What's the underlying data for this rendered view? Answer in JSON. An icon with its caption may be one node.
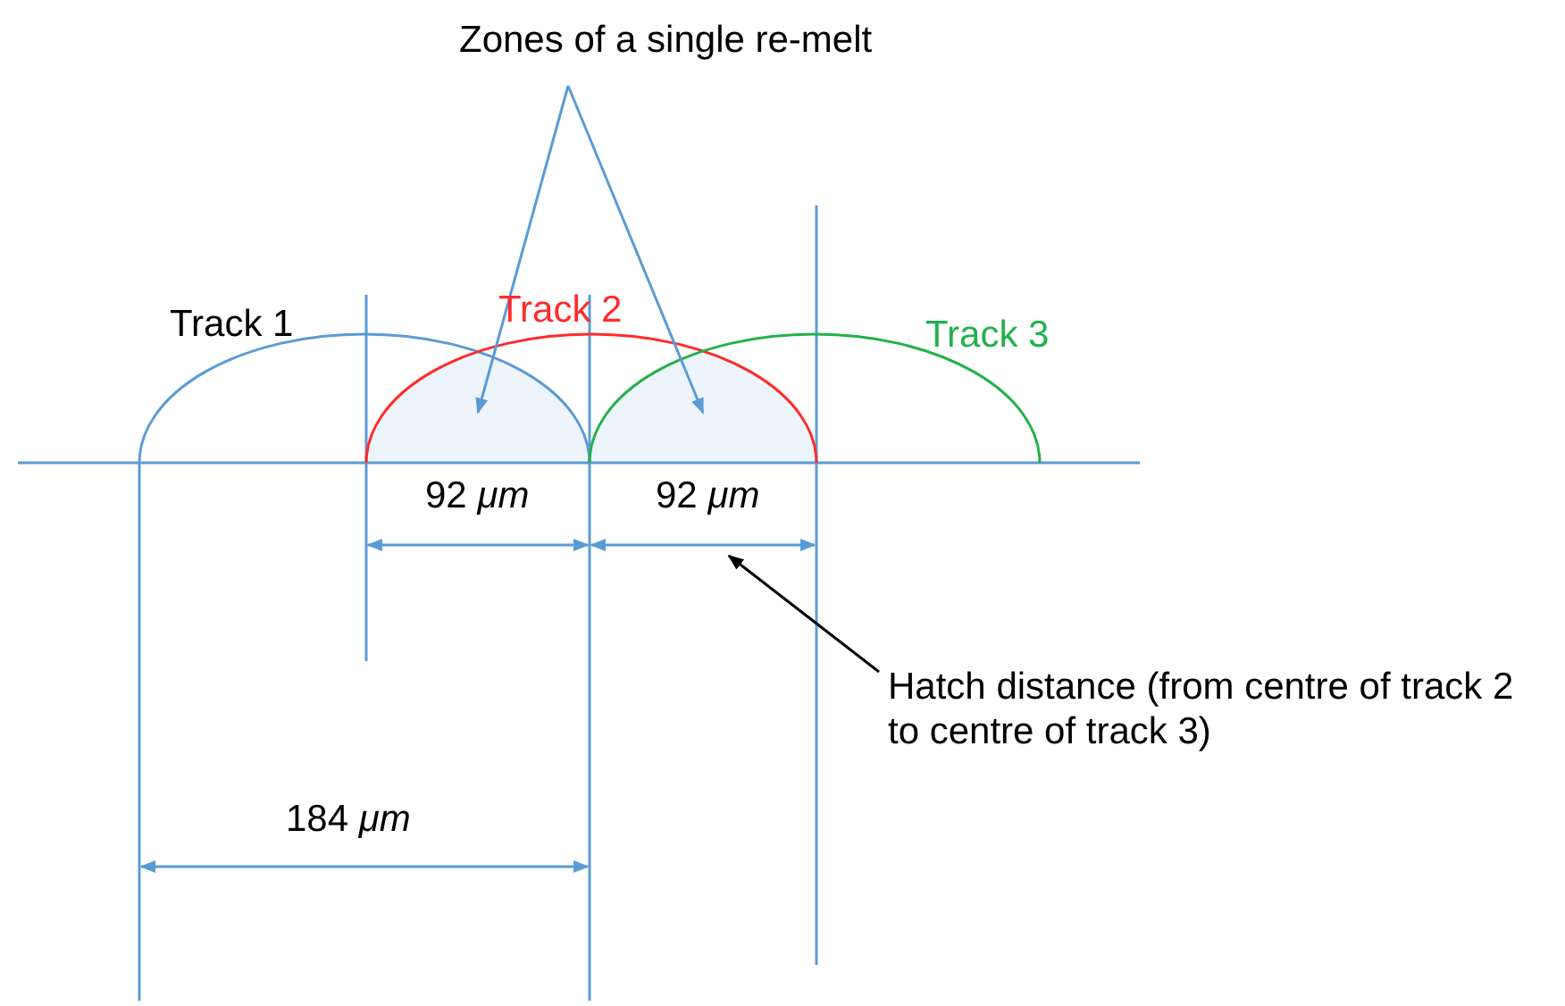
{
  "diagram": {
    "nodes": [
      {
        "text": [
          "Zones of a single re-melt"
        ]
      },
      {
        "text": [],
        "shape": "lens"
      },
      {
        "text": [],
        "shape": "lens"
      },
      {
        "text": [
          "Hatch distance (from centre of track 2 to centre of track 3)"
        ]
      }
    ],
    "edges": [
      {
        "from": 0,
        "to": 1,
        "arrow": "to"
      },
      {
        "from": 0,
        "to": 2,
        "arrow": "to"
      },
      {
        "from": 3,
        "to": null,
        "arrow": "to",
        "color": "#000000"
      }
    ],
    "labels": [
      "Track 1",
      "Track 2",
      "Track 3",
      "92 *μm*",
      "92 *μm*",
      "184 *μm*"
    ]
  }
}
